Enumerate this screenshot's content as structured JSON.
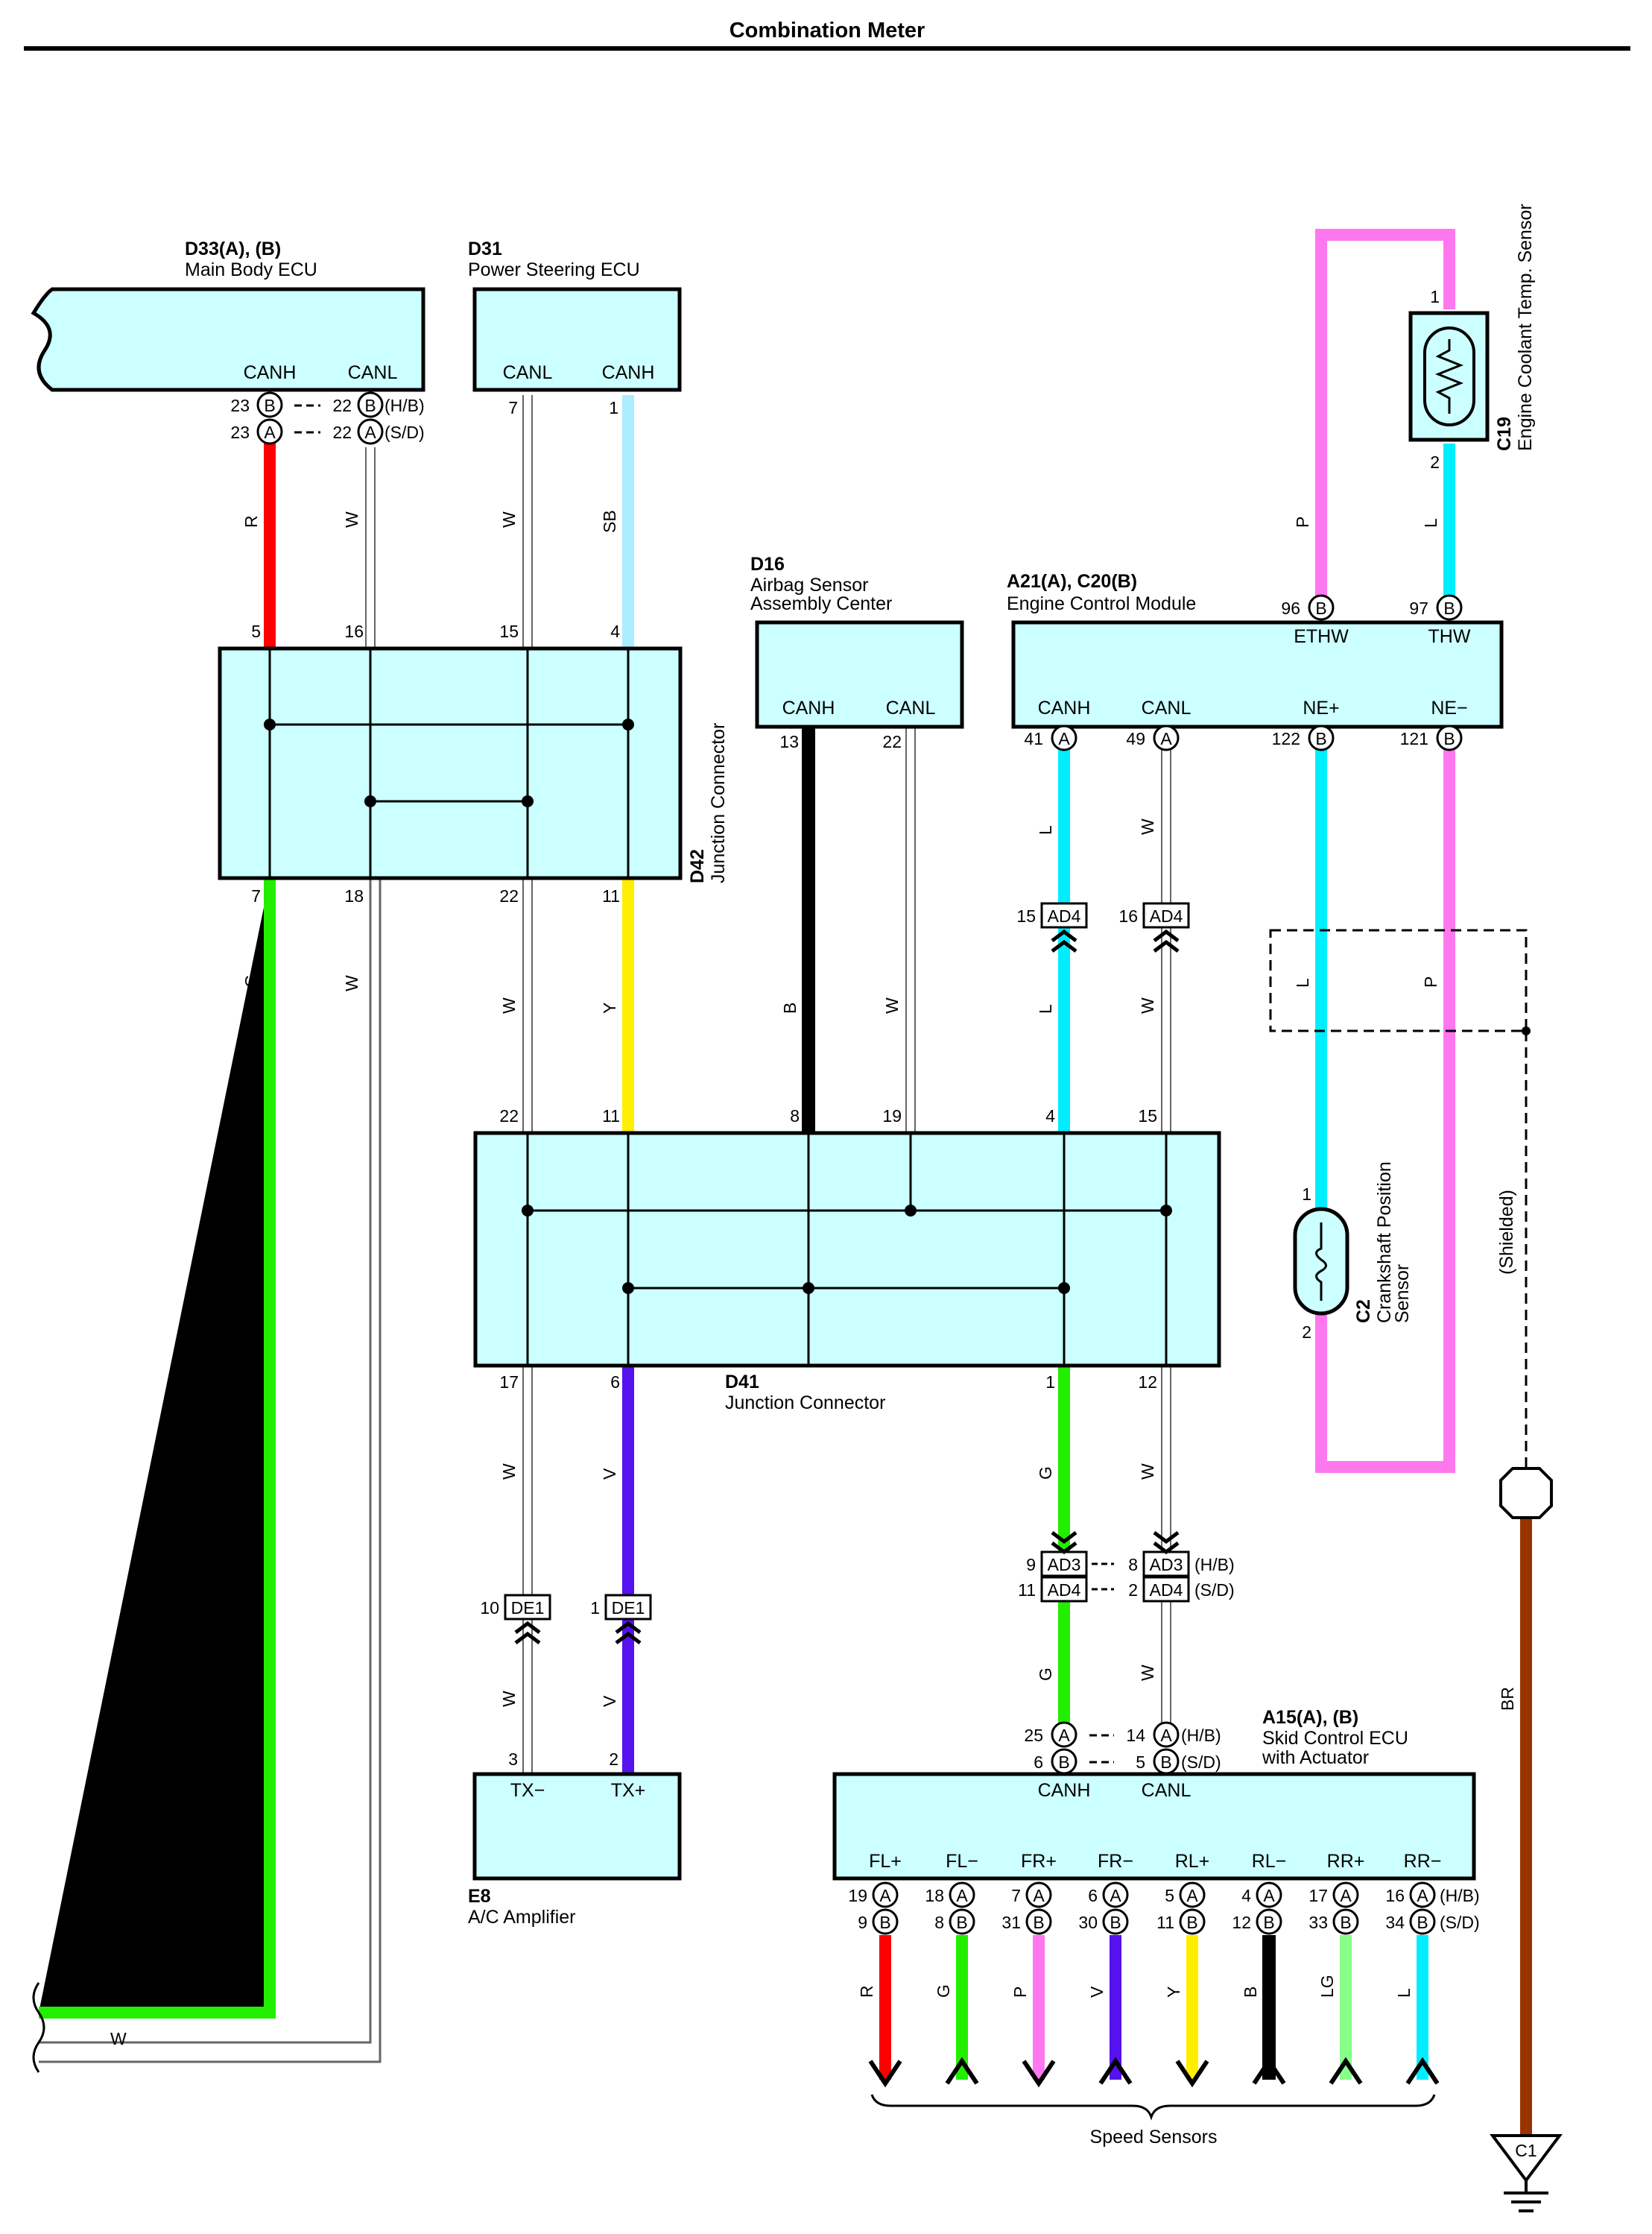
{
  "title": "Combination Meter",
  "components": {
    "d33": {
      "id": "D33(A), (B)",
      "name": "Main Body ECU",
      "t1": "CANH",
      "t2": "CANL",
      "p1b": "23",
      "p1a": "23",
      "p2b": "22",
      "p2a": "22",
      "hb": "(H/B)",
      "sd": "(S/D)"
    },
    "d31": {
      "id": "D31",
      "name": "Power Steering ECU",
      "t1": "CANL",
      "t2": "CANH",
      "p1": "7",
      "p2": "1"
    },
    "d16": {
      "id": "D16",
      "name1": "Airbag Sensor",
      "name2": "Assembly Center",
      "t1": "CANH",
      "t2": "CANL",
      "p1": "13",
      "p2": "22"
    },
    "ecm": {
      "id": "A21(A), C20(B)",
      "name": "Engine Control Module",
      "t_ethw": "ETHW",
      "t_thw": "THW",
      "t_canh": "CANH",
      "t_canl": "CANL",
      "t_nep": "NE+",
      "t_nem": "NE−",
      "p96": "96",
      "p97": "97",
      "p41": "41",
      "p49": "49",
      "p122": "122",
      "p121": "121"
    },
    "c19": {
      "id": "C19",
      "name": "Engine Coolant Temp. Sensor",
      "p1": "1",
      "p2": "2"
    },
    "d42": {
      "id": "D42",
      "name": "Junction Connector",
      "t": [
        "5",
        "16",
        "15",
        "4"
      ],
      "b": [
        "7",
        "18",
        "22",
        "11"
      ]
    },
    "d41": {
      "id": "D41",
      "name": "Junction Connector",
      "t": [
        "22",
        "11",
        "8",
        "19",
        "4",
        "15"
      ],
      "b": [
        "17",
        "6",
        "1",
        "12"
      ]
    },
    "c2": {
      "id": "C2",
      "name1": "Crankshaft Position",
      "name2": "Sensor",
      "p1": "1",
      "p2": "2"
    },
    "e8": {
      "id": "E8",
      "name": "A/C Amplifier",
      "t1": "TX−",
      "t2": "TX+",
      "p1": "3",
      "p2": "2"
    },
    "a15": {
      "id": "A15(A), (B)",
      "name1": "Skid Control ECU",
      "name2": "with Actuator",
      "canh": "CANH",
      "canl": "CANL",
      "p25": "25",
      "p6": "6",
      "p14": "14",
      "p5": "5",
      "hb": "(H/B)",
      "sd": "(S/D)",
      "terms": [
        "FL+",
        "FL−",
        "FR+",
        "FR−",
        "RL+",
        "RL−",
        "RR+",
        "RR−"
      ],
      "pa": [
        "19",
        "18",
        "7",
        "6",
        "5",
        "4",
        "17",
        "16"
      ],
      "pb": [
        "9",
        "8",
        "31",
        "30",
        "11",
        "12",
        "33",
        "34"
      ],
      "wires": [
        "R",
        "G",
        "P",
        "V",
        "Y",
        "B",
        "LG",
        "L"
      ]
    },
    "speed": "Speed Sensors",
    "shielded": "(Shielded)",
    "ground": "C1"
  },
  "connectors": {
    "ad4": "AD4",
    "ad3": "AD3",
    "de1": "DE1",
    "ad4_15": "15",
    "ad4_16": "16",
    "ad3_9": "9",
    "ad4_11": "11",
    "ad3_8": "8",
    "ad4_2": "2",
    "hb": "(H/B)",
    "sd": "(S/D)",
    "de1_10": "10",
    "de1_1": "1"
  },
  "wire_labels": {
    "r": "R",
    "w": "W",
    "sb": "SB",
    "g": "G",
    "y": "Y",
    "b": "B",
    "l": "L",
    "p": "P",
    "v": "V",
    "br": "BR"
  },
  "colors": {
    "R": "#ff0000",
    "G": "#22ee00",
    "W": "#ffffff",
    "SB": "#aaeeff",
    "Y": "#ffee00",
    "B": "#000000",
    "L": "#00eeff",
    "P": "#ff77ee",
    "V": "#5511ee",
    "BR": "#993300",
    "LG": "#88ff88",
    "box": "#ccffff"
  }
}
